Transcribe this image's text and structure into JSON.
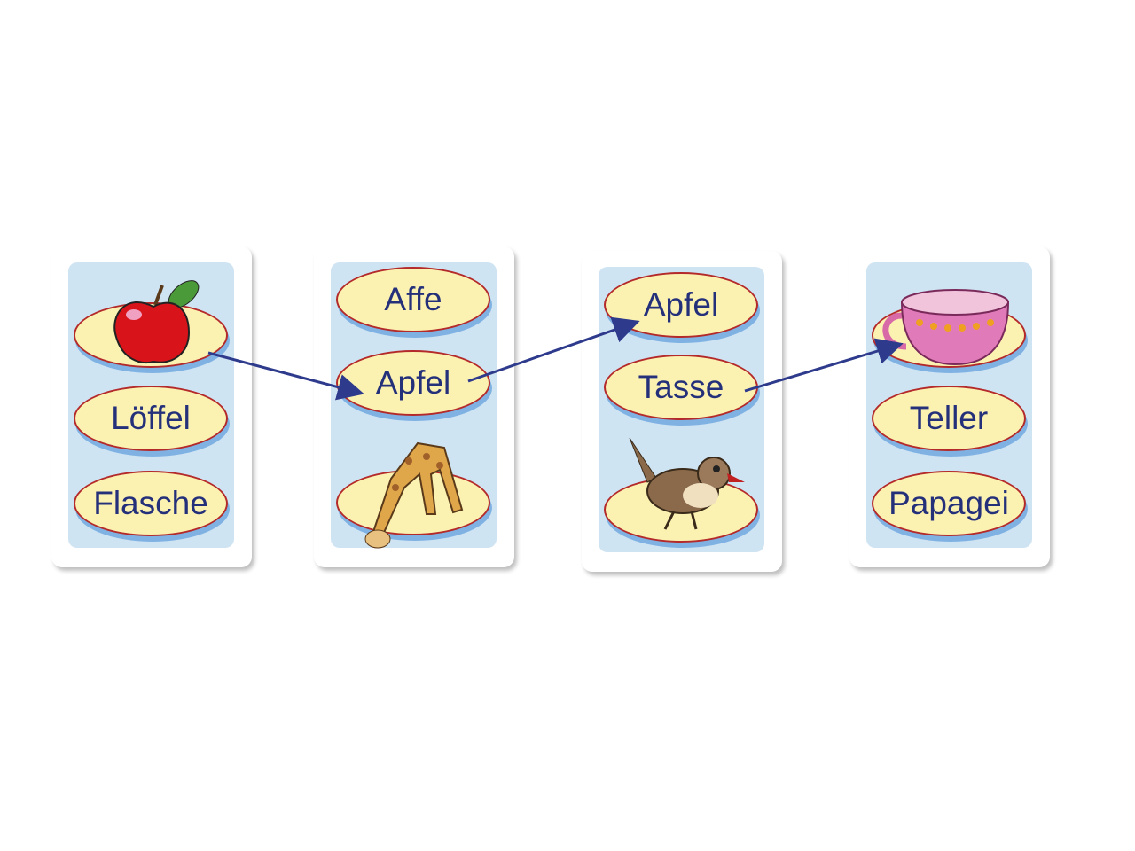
{
  "cards": [
    {
      "items": [
        {
          "type": "picture",
          "icon": "apple-icon"
        },
        {
          "type": "word",
          "label": "Löffel"
        },
        {
          "type": "word",
          "label": "Flasche"
        }
      ]
    },
    {
      "items": [
        {
          "type": "word",
          "label": "Affe"
        },
        {
          "type": "word",
          "label": "Apfel"
        },
        {
          "type": "picture",
          "icon": "giraffe-icon"
        }
      ]
    },
    {
      "items": [
        {
          "type": "word",
          "label": "Apfel"
        },
        {
          "type": "word",
          "label": "Tasse"
        },
        {
          "type": "picture",
          "icon": "bird-icon"
        }
      ]
    },
    {
      "items": [
        {
          "type": "picture",
          "icon": "cup-icon"
        },
        {
          "type": "word",
          "label": "Teller"
        },
        {
          "type": "word",
          "label": "Papagei"
        }
      ]
    }
  ],
  "colors": {
    "arrow": "#2e3a8c",
    "oval_fill": "#fbf2b2",
    "oval_border": "#b42a2a",
    "panel": "#cfe4f3",
    "text": "#25307a"
  }
}
